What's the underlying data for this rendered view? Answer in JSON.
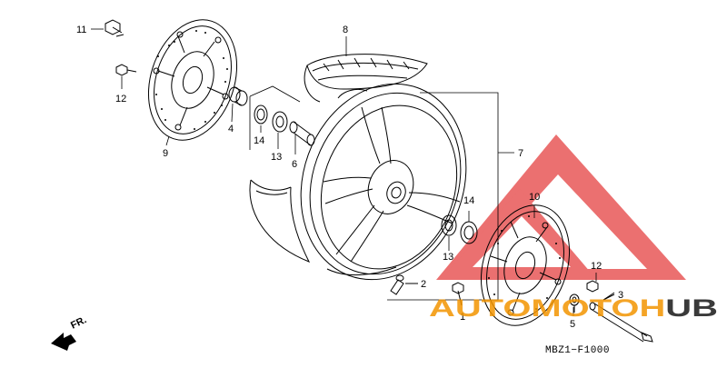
{
  "diagram": {
    "part_code": "MBZ1−F1000",
    "front_label": "FR.",
    "callouts": {
      "c1": "1",
      "c2": "2",
      "c3": "3",
      "c4": "4",
      "c5": "5",
      "c6": "6",
      "c7": "7",
      "c8": "8",
      "c9": "9",
      "c10": "10",
      "c11": "11",
      "c12a": "12",
      "c12b": "12",
      "c13a": "13",
      "c13b": "13",
      "c14a": "14",
      "c14b": "14"
    }
  },
  "watermark": {
    "brand": "AUTOMOTOHUB",
    "colors": {
      "triangle": "#e43a3a",
      "text_orange": "#f29400",
      "text_gray": "#3a3a3a"
    }
  }
}
